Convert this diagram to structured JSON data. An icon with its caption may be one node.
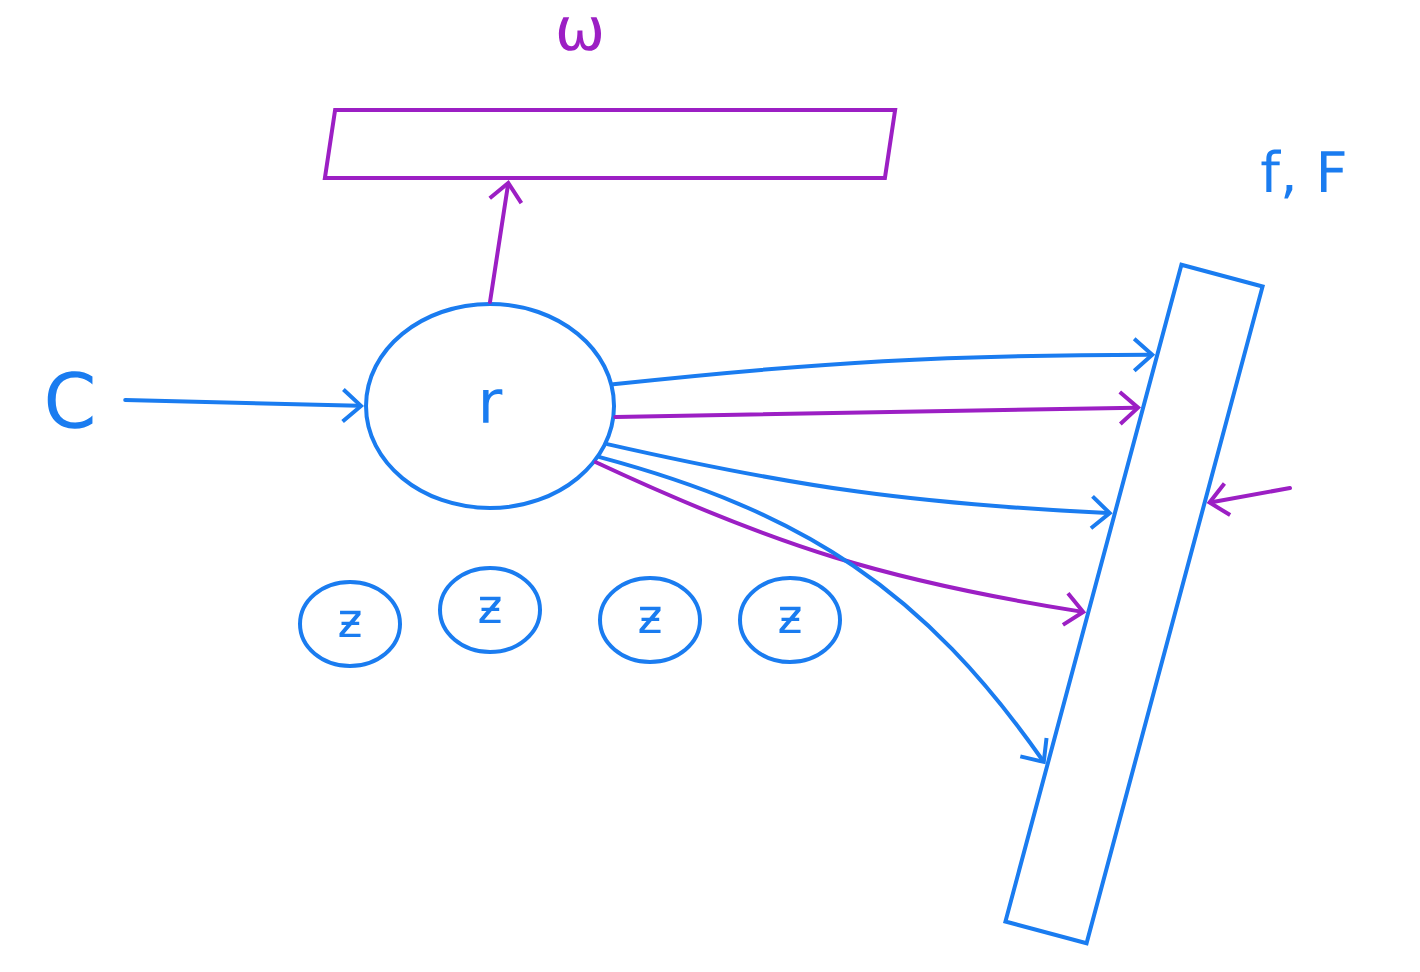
{
  "diagram": {
    "nodes": [
      {
        "text": [
          "C"
        ]
      },
      {
        "text": [
          "r"
        ]
      },
      {
        "text": [
          "ω"
        ]
      },
      {
        "text": [
          "f, F"
        ]
      },
      {
        "text": [
          "ƶ"
        ]
      },
      {
        "text": [
          "ƶ"
        ]
      },
      {
        "text": [
          "ƶ"
        ]
      },
      {
        "text": [
          "ƶ"
        ]
      }
    ],
    "edges": [
      {
        "from": 0,
        "to": 1,
        "arrow": "to"
      },
      {
        "from": 1,
        "to": 2,
        "arrow": "to",
        "color": "#9c1fc4"
      },
      {
        "from": 1,
        "to": 3,
        "arrow": "to"
      },
      {
        "from": 1,
        "to": 3,
        "arrow": "to",
        "color": "#9c1fc4"
      },
      {
        "from": 1,
        "to": 3,
        "arrow": "to"
      },
      {
        "from": 1,
        "to": 3,
        "arrow": "to",
        "color": "#9c1fc4"
      },
      {
        "from": 1,
        "to": 3,
        "arrow": "to"
      },
      {
        "from": null,
        "to": 3,
        "arrow": "to",
        "color": "#9c1fc4"
      }
    ]
  }
}
